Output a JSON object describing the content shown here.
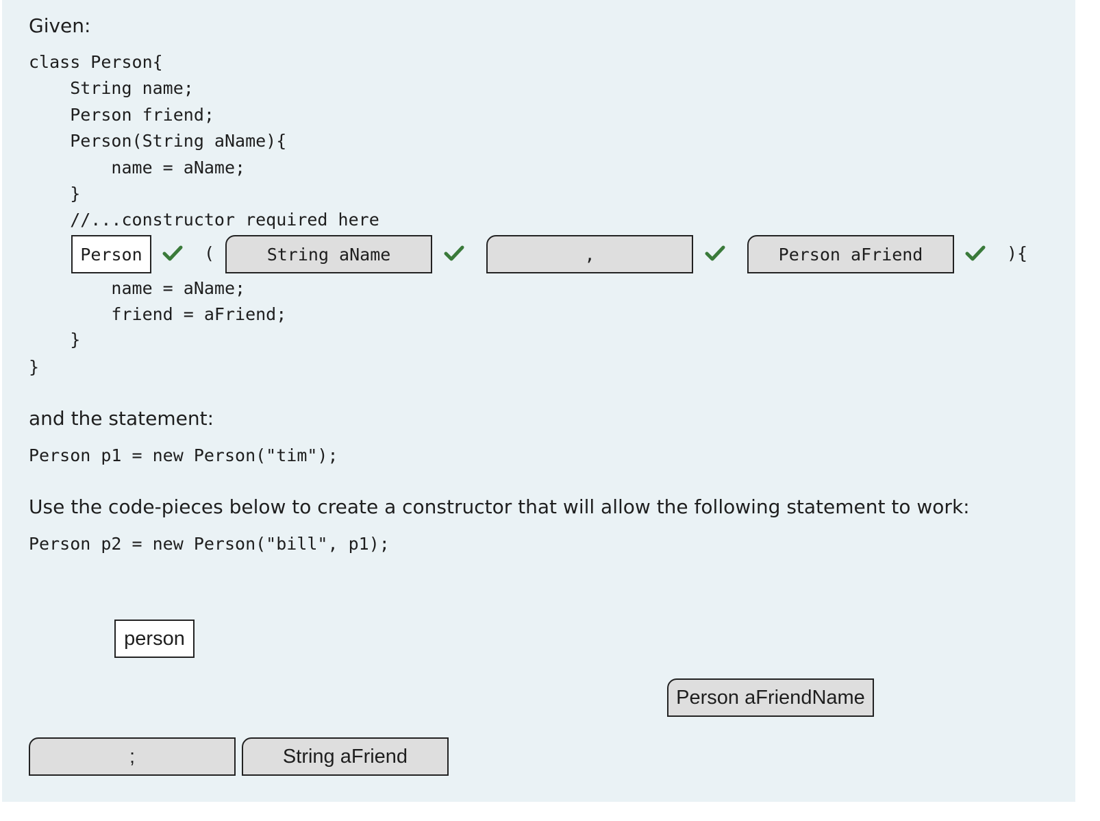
{
  "given_label": "Given:",
  "code_lines": [
    "class Person{",
    "    String name;",
    "    Person friend;",
    "    Person(String aName){",
    "        name = aName;",
    "    }",
    "    //...constructor required here"
  ],
  "slots": {
    "slot1": "Person",
    "paren_open": "(",
    "slot2": "String aName",
    "slot3": ",",
    "slot4": "Person aFriend",
    "close": "){"
  },
  "code_after": [
    "        name = aName;",
    "        friend = aFriend;",
    "    }",
    "}"
  ],
  "statement_label": "and the statement:",
  "statement_code": "Person p1 = new Person(\"tim\");",
  "instruction": "Use the code-pieces below to create a constructor that will allow the following statement to work:",
  "target_code": "Person p2 = new Person(\"bill\", p1);",
  "pieces": {
    "person_lower": "person",
    "person_afriendname": "Person aFriendName",
    "semicolon": ";",
    "string_afriend": "String aFriend"
  },
  "check_color": "#3a7a3a"
}
